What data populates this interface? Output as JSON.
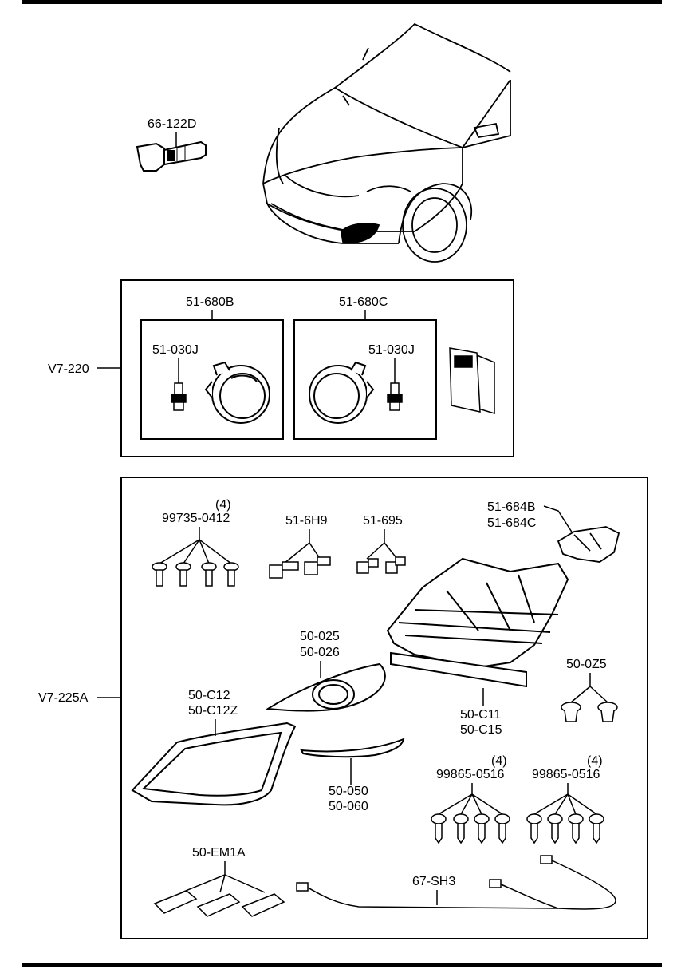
{
  "kit_v7_220": {
    "label": "V7-220",
    "lamp_left": {
      "label": "51-680B",
      "bulb": "51-030J"
    },
    "lamp_right": {
      "label": "51-680C",
      "bulb": "51-030J"
    }
  },
  "kit_v7_225a": {
    "label": "V7-225A",
    "screws_a": {
      "part": "99735-0412",
      "qty": "(4)"
    },
    "bolt_a": "51-6H9",
    "bolt_b": "51-695",
    "bracket": {
      "line1": "51-684B",
      "line2": "51-684C"
    },
    "housing": {
      "line1": "50-C11",
      "line2": "50-C15"
    },
    "cover": {
      "line1": "50-025",
      "line2": "50-026"
    },
    "bezel": {
      "line1": "50-C12",
      "line2": "50-C12Z"
    },
    "clip_nut": "50-0Z5",
    "garnish": {
      "line1": "50-050",
      "line2": "50-060"
    },
    "screws_b": {
      "part": "99865-0516",
      "qty": "(4)"
    },
    "screws_c": {
      "part": "99865-0516",
      "qty": "(4)"
    },
    "tape": "50-EM1A",
    "harness": "67-SH3"
  },
  "switch": {
    "label": "66-122D"
  }
}
